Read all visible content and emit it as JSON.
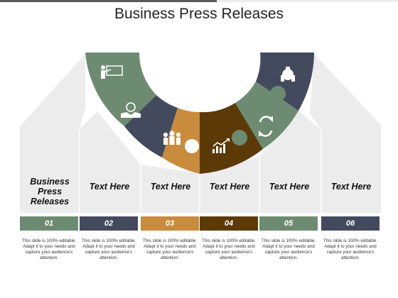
{
  "title": "Business Press Releases",
  "colors": {
    "green": "#6d8b70",
    "navy": "#444a5e",
    "orange": "#c98b3c",
    "brown": "#5b3a08",
    "panel": "#ececec"
  },
  "steps": [
    {
      "number": "01",
      "label": "Business Press Releases",
      "description": "This slide is 100% editable. Adapt it to your needs and capture your audience's attention.",
      "color": "#6d8b70",
      "icon": "presentation-icon"
    },
    {
      "number": "02",
      "label": "Text Here",
      "description": "This slide is 100% editable. Adapt it to your needs and capture your audience's attention.",
      "color": "#444a5e",
      "icon": "handshake-icon"
    },
    {
      "number": "03",
      "label": "Text Here",
      "description": "This slide is 100% editable. Adapt it to your needs and capture your audience's attention.",
      "color": "#c98b3c",
      "icon": "team-icon"
    },
    {
      "number": "04",
      "label": "Text Here",
      "description": "This slide is 100% editable. Adapt it to your needs and capture your audience's attention.",
      "color": "#5b3a08",
      "icon": "growth-chart-icon"
    },
    {
      "number": "05",
      "label": "Text Here",
      "description": "This slide is 100% editable. Adapt it to your needs and capture your audience's attention.",
      "color": "#6d8b70",
      "icon": "cycle-arrows-icon"
    },
    {
      "number": "06",
      "label": "Text Here",
      "description": "This slide is 100% editable. Adapt it to your needs and capture your audience's attention.",
      "color": "#444a5e",
      "icon": "money-bag-icon"
    }
  ]
}
